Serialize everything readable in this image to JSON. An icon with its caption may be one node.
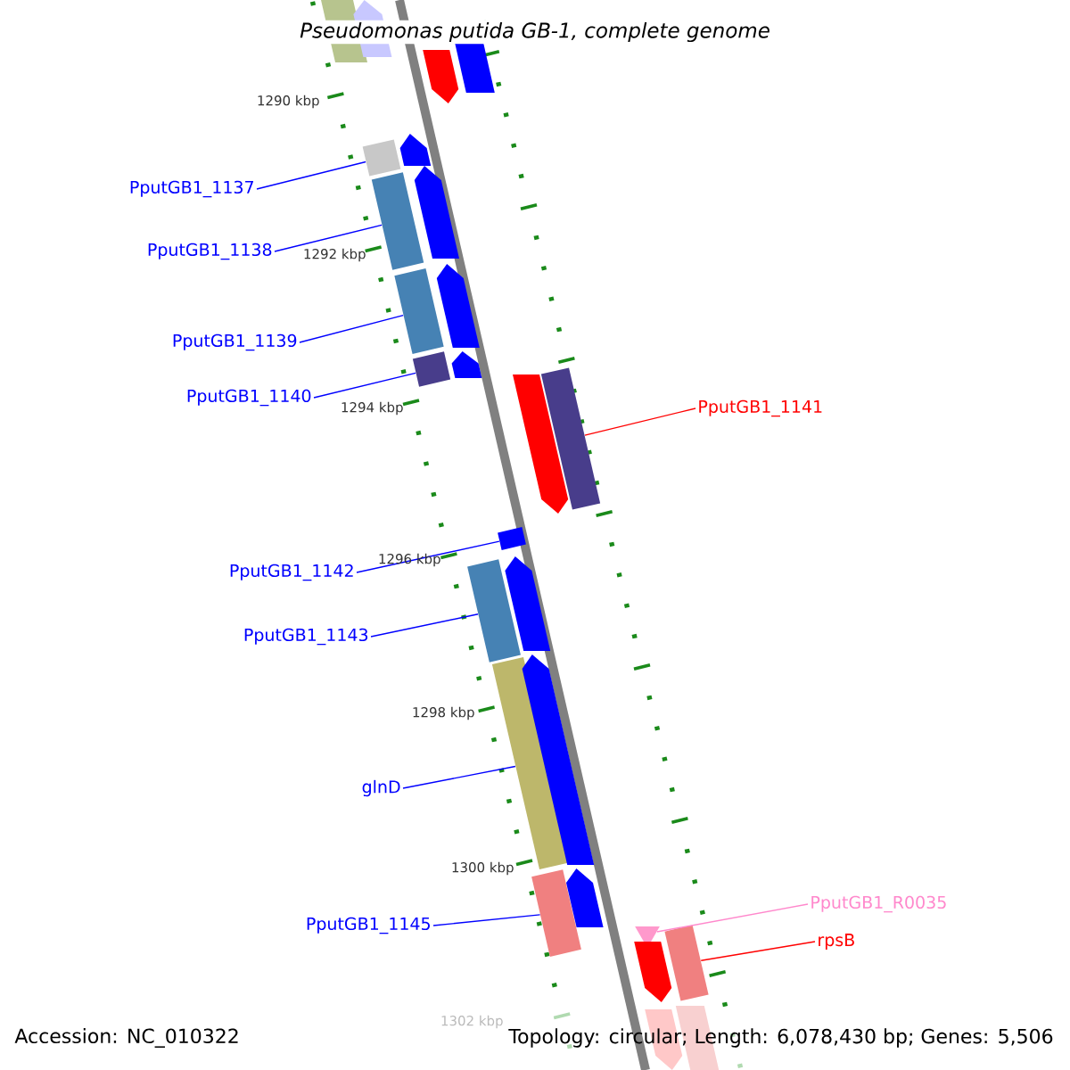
{
  "diagram": {
    "title": "Pseudomonas putida GB-1, complete genome",
    "nodes": [
      {
        "text": [
          "PputGB1_1137"
        ]
      },
      {
        "text": [
          "PputGB1_1138"
        ]
      },
      {
        "text": [
          "PputGB1_1139"
        ]
      },
      {
        "text": [
          "PputGB1_1140"
        ]
      },
      {
        "text": [
          "PputGB1_1141"
        ]
      },
      {
        "text": [
          "PputGB1_1142"
        ]
      },
      {
        "text": [
          "PputGB1_1143"
        ]
      },
      {
        "text": [
          "glnD"
        ]
      },
      {
        "text": [
          "PputGB1_1145"
        ]
      },
      {
        "text": [
          "PputGB1_R0035"
        ]
      },
      {
        "text": [
          "rpsB"
        ]
      },
      {
        "text": [],
        "shape": "bar"
      },
      {
        "text": [],
        "shape": "bar"
      },
      {
        "text": [],
        "shape": "bar"
      },
      {
        "text": [],
        "shape": "bar"
      },
      {
        "text": [],
        "shape": "bar"
      },
      {
        "text": [],
        "shape": "bar"
      },
      {
        "text": [],
        "shape": "bar"
      },
      {
        "text": [],
        "shape": "bar"
      },
      {
        "text": [],
        "shape": "bar"
      },
      {
        "text": [],
        "shape": "triangle"
      },
      {
        "text": [],
        "shape": "bar"
      },
      {
        "text": [],
        "shape": "bar"
      },
      {
        "text": [],
        "shape": "pentagon"
      },
      {
        "text": [],
        "shape": "bar"
      },
      {
        "text": [],
        "shape": "pentagon"
      },
      {
        "text": [],
        "shape": "pentagon"
      },
      {
        "text": [],
        "shape": "pentagon"
      },
      {
        "text": [],
        "shape": "pentagon"
      },
      {
        "text": [],
        "shape": "pentagon"
      },
      {
        "text": [],
        "shape": "pentagon"
      },
      {
        "text": [],
        "shape": "pentagon"
      },
      {
        "text": [],
        "shape": "pentagon"
      },
      {
        "text": [],
        "shape": "pentagon"
      },
      {
        "text": [],
        "shape": "pentagon"
      },
      {
        "text": [],
        "shape": "bar"
      },
      {
        "text": [],
        "shape": "pentagon"
      }
    ],
    "edges": [
      {
        "from": 0,
        "to": 11,
        "arrow": "none"
      },
      {
        "from": 1,
        "to": 12,
        "arrow": "none"
      },
      {
        "from": 2,
        "to": 13,
        "arrow": "none"
      },
      {
        "from": 3,
        "to": 14,
        "arrow": "none"
      },
      {
        "from": 4,
        "to": 15,
        "arrow": "none",
        "color": "#ff0000"
      },
      {
        "from": 5,
        "to": 16,
        "arrow": "none"
      },
      {
        "from": 6,
        "to": 17,
        "arrow": "none"
      },
      {
        "from": 7,
        "to": 18,
        "arrow": "none"
      },
      {
        "from": 8,
        "to": 19,
        "arrow": "none"
      },
      {
        "from": 9,
        "to": 20,
        "arrow": "none",
        "color": "#ff88cc"
      },
      {
        "from": 10,
        "to": 21,
        "arrow": "none",
        "color": "#ff0000"
      }
    ],
    "labels": [
      "1290 kbp",
      "1292 kbp",
      "1294 kbp",
      "1296 kbp",
      "1298 kbp",
      "1300 kbp",
      "1302 kbp",
      "Accession: NC_010322",
      "Topology: circular; Length: 6,078,430 bp; Genes: 5,506"
    ]
  }
}
